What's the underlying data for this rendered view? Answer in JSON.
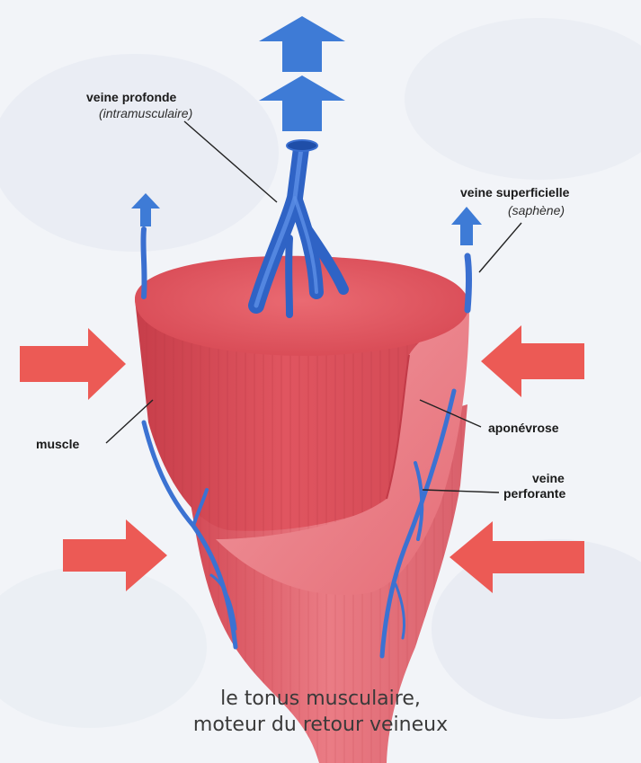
{
  "labels": {
    "deep_vein": "veine profonde",
    "deep_vein_sub": "(intramusculaire)",
    "superficial_vein": "veine superficielle",
    "superficial_vein_sub": "(saphène)",
    "muscle": "muscle",
    "aponeurosis": "aponévrose",
    "perforating_vein_line1": "veine",
    "perforating_vein_line2": "perforante"
  },
  "caption": {
    "line1": "le tonus musculaire,",
    "line2": "moteur du retour veineux"
  },
  "colors": {
    "background": "#f2f4f8",
    "muscle_top": "#e1545f",
    "muscle_side": "#d84a55",
    "aponeurosis": "#ec8f96",
    "vein_blue": "#3a6fd0",
    "arrow_blue": "#3e7bd6",
    "arrow_red": "#ec5a55",
    "leader_line": "#222222"
  }
}
